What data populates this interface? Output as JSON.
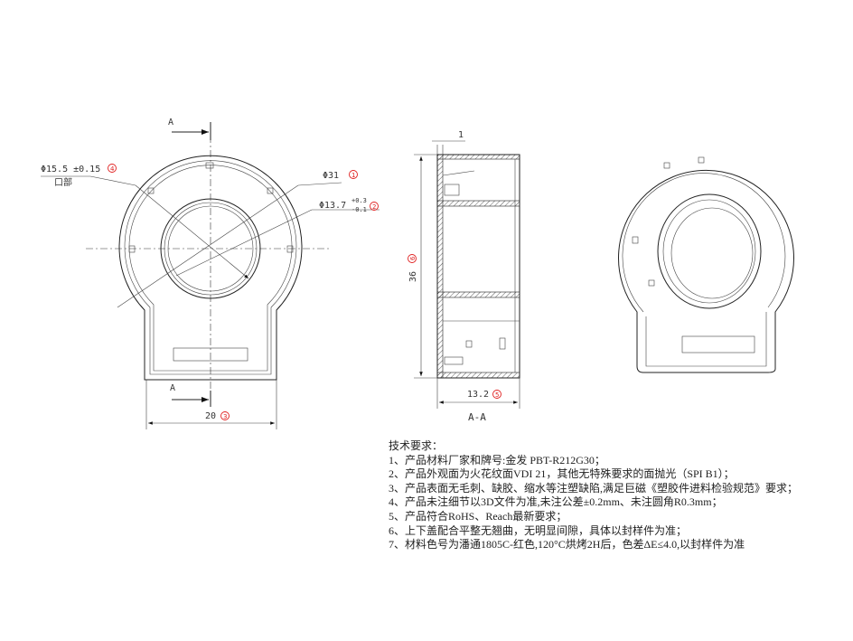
{
  "front_view": {
    "section_marker": "A",
    "dim_outer": "Φ31",
    "dim_outer_ref": "1",
    "dim_inner": "Φ13.7",
    "dim_inner_tol_upper": "+0.3",
    "dim_inner_tol_lower": "-0.1",
    "dim_inner_ref": "2",
    "dim_mouth": "Φ15.5 ±0.15",
    "dim_mouth_ref": "4",
    "dim_mouth_note": "口部",
    "dim_width": "20",
    "dim_width_ref": "3"
  },
  "section_view": {
    "title": "A-A",
    "dim_wall": "1",
    "dim_height": "36",
    "dim_height_ref": "6",
    "dim_depth": "13.2",
    "dim_depth_ref": "5"
  },
  "notes": {
    "heading": "技术要求：",
    "items": [
      "1、产品材料厂家和牌号:金发 PBT-R212G30；",
      "2、产品外观面为火花纹面VDI 21，其他无特殊要求的面抛光（SPI B1）；",
      "3、产品表面无毛刺、缺胶、缩水等注塑缺陷,满足巨磁《塑胶件进料检验规范》要求；",
      "4、产品未注细节以3D文件为准,未注公差±0.2mm、未注圆角R0.3mm；",
      "5、产品符合RoHS、Reach最新要求；",
      "6、上下盖配合平整无翘曲，无明显间隙，具体以封样件为准；",
      "7、材料色号为潘通1805C-红色,120°C烘烤2H后，色差ΔE≤4.0,以封样件为准"
    ]
  },
  "colors": {
    "line": "#222222",
    "callout": "#e02020"
  }
}
